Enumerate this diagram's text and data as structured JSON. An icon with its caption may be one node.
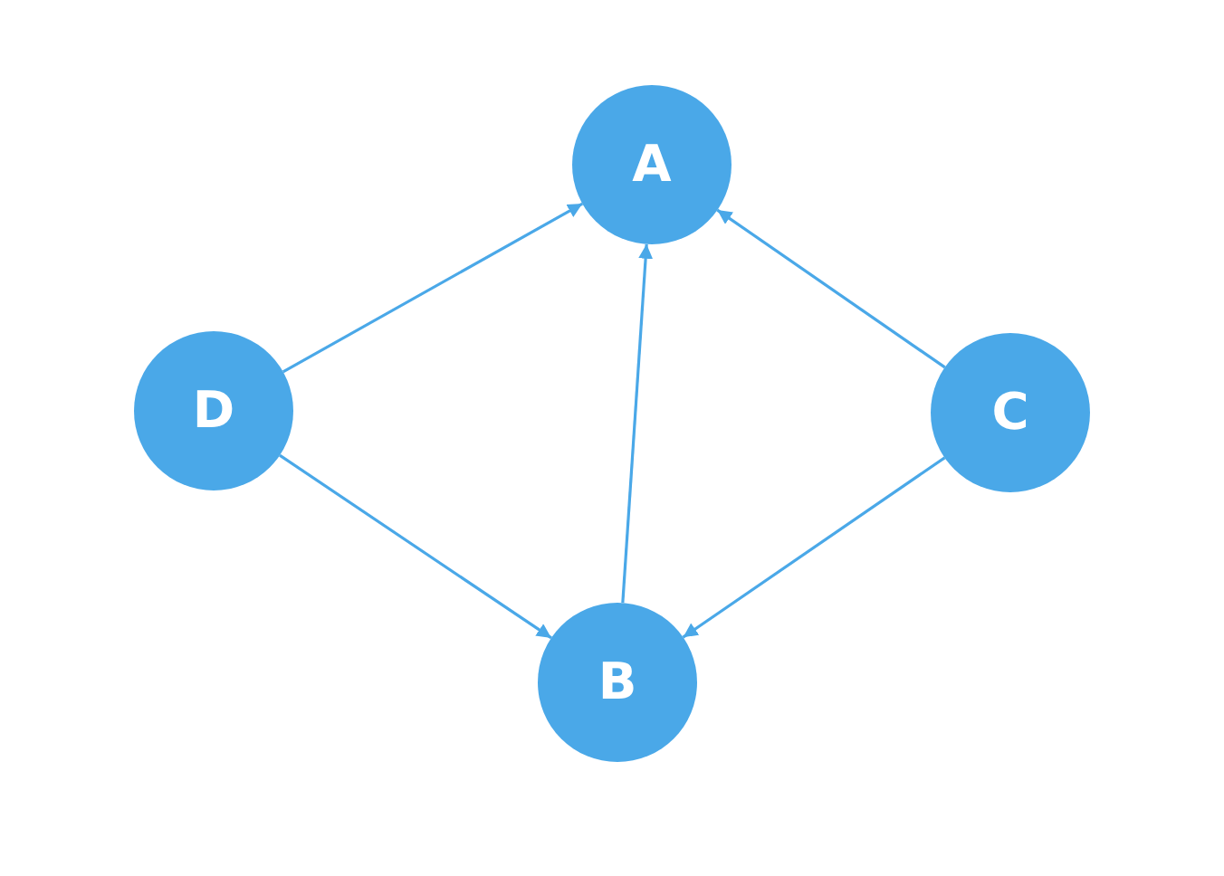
{
  "diagram": {
    "nodes": [
      {
        "text": [
          "A"
        ]
      },
      {
        "text": [
          "D"
        ]
      },
      {
        "text": [
          "C"
        ]
      },
      {
        "text": [
          "B"
        ]
      }
    ],
    "edges": [
      {
        "from": 1,
        "to": 0,
        "arrow": "to"
      },
      {
        "from": 3,
        "to": 0,
        "arrow": "to"
      },
      {
        "from": 2,
        "to": 0,
        "arrow": "to"
      },
      {
        "from": 1,
        "to": 3,
        "arrow": "to"
      },
      {
        "from": 2,
        "to": 3,
        "arrow": "to"
      }
    ]
  }
}
